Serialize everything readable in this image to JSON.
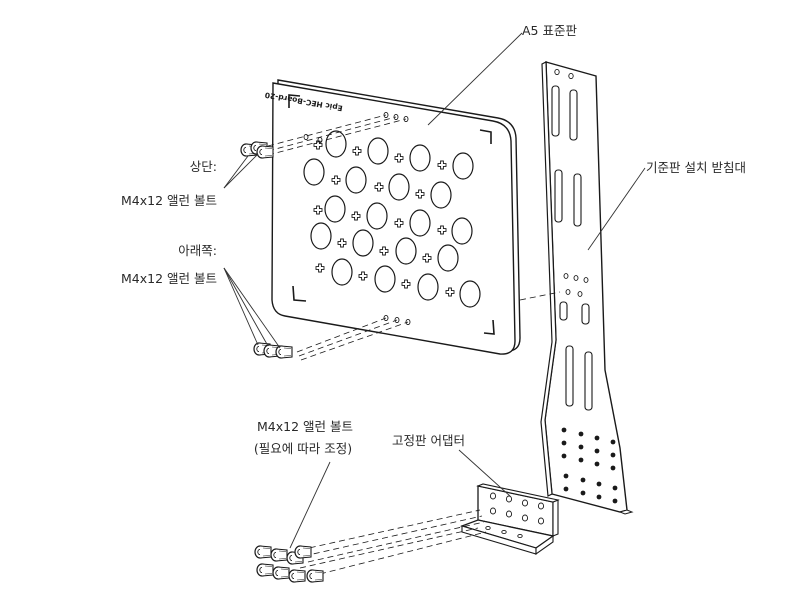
{
  "labels": {
    "a5_panel": "A5 표준판",
    "top_bolts_title": "상단:",
    "top_bolts_spec": "M4x12 앨런 볼트",
    "bottom_bolts_title": "아래쪽:",
    "bottom_bolts_spec": "M4x12 앨런 볼트",
    "stand": "기준판 설치 받침대",
    "adapter": "고정판 어댑터",
    "adapter_bolts_spec": "M4x12 앨런 볼트",
    "adapter_bolts_note": "(필요에 따라 조정)",
    "board_engraving": "Epic HEC-Board-20"
  },
  "colors": {
    "line": "#1a1a1a",
    "paper": "#ffffff",
    "leader": "#333333"
  }
}
